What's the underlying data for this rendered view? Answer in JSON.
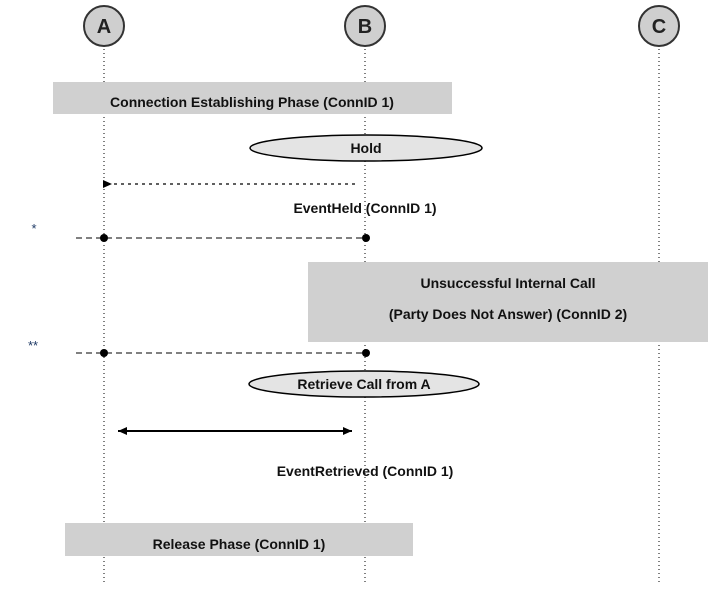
{
  "parties": [
    {
      "label": "A"
    },
    {
      "label": "B"
    },
    {
      "label": "C"
    }
  ],
  "phases": {
    "connection": "Connection Establishing Phase (ConnID 1)",
    "unsuccessful_line1": "Unsuccessful Internal Call",
    "unsuccessful_line2": "(Party Does Not Answer) (ConnID 2)",
    "release": "Release Phase (ConnID 1)"
  },
  "actions": {
    "hold": "Hold",
    "retrieve": "Retrieve Call from A"
  },
  "events": {
    "held": "EventHeld (ConnID 1)",
    "retrieved": "EventRetrieved (ConnID 1)"
  },
  "markers": {
    "first": "*",
    "second": "**"
  },
  "colors": {
    "party_circle": "#cfcfcf",
    "phase_box": "#d0d0d0",
    "action_ellipse": "#e4e4e4",
    "line": "#000000"
  }
}
